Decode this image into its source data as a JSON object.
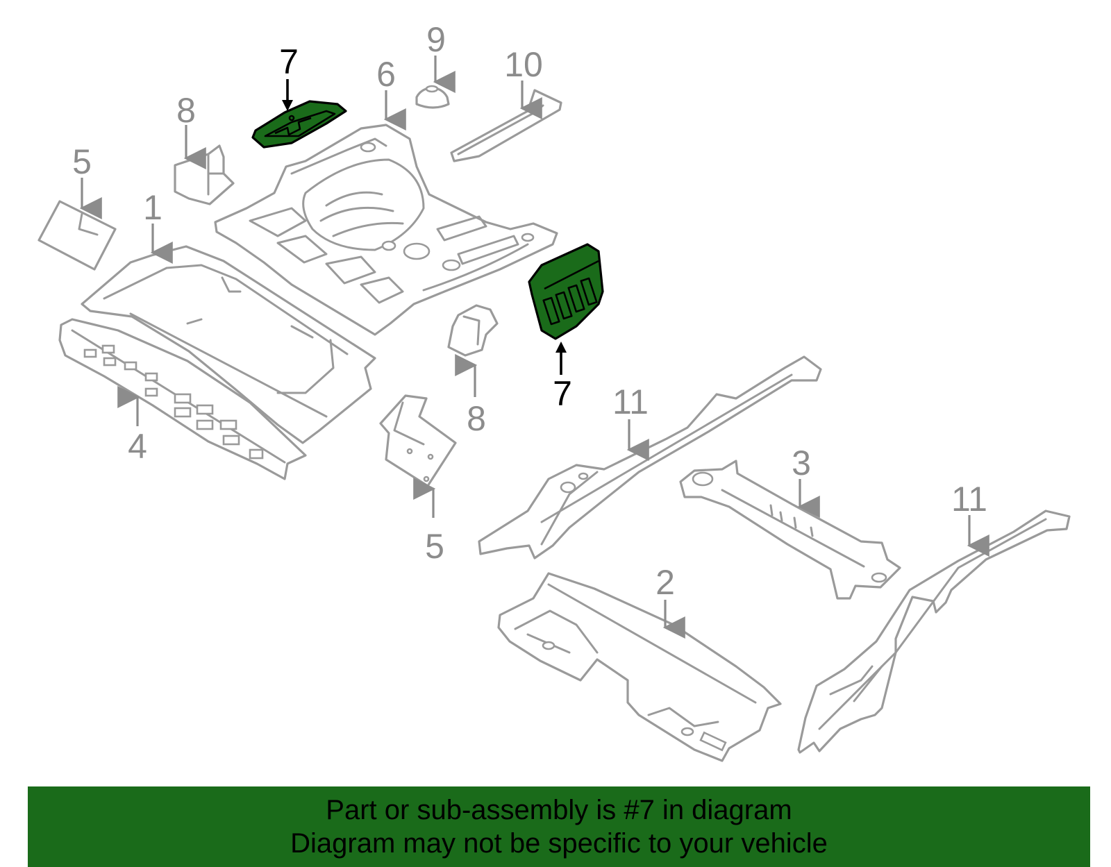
{
  "diagram": {
    "callouts": [
      {
        "label": "7",
        "highlighted": true
      },
      {
        "label": "6",
        "highlighted": false
      },
      {
        "label": "9",
        "highlighted": false
      },
      {
        "label": "10",
        "highlighted": false
      },
      {
        "label": "8",
        "highlighted": false
      },
      {
        "label": "5",
        "highlighted": false
      },
      {
        "label": "1",
        "highlighted": false
      },
      {
        "label": "4",
        "highlighted": false
      },
      {
        "label": "7",
        "highlighted": true
      },
      {
        "label": "8",
        "highlighted": false
      },
      {
        "label": "5",
        "highlighted": false
      },
      {
        "label": "11",
        "highlighted": false
      },
      {
        "label": "3",
        "highlighted": false
      },
      {
        "label": "11",
        "highlighted": false
      },
      {
        "label": "2",
        "highlighted": false
      }
    ],
    "highlight_color": "#1a6b1a",
    "part_outline_color": "#9a9a9a"
  },
  "banner": {
    "line1": "Part or sub-assembly is #7 in diagram",
    "line2": "Diagram may not be specific to your vehicle",
    "background": "#1a6b1a"
  }
}
